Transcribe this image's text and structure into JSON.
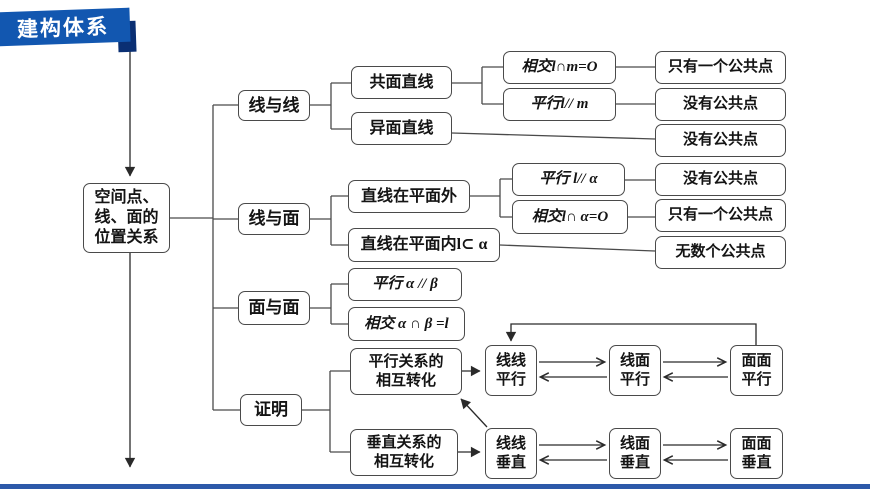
{
  "banner": {
    "label": "建构体系"
  },
  "root": {
    "lines": {
      "l1": "空间点、",
      "l2": "线、面的",
      "l3": "位置关系"
    }
  },
  "branches": {
    "line_line": "线与线",
    "line_plane": "线与面",
    "plane_plane": "面与面",
    "proof": "证明"
  },
  "line_line": {
    "coplanar": "共面直线",
    "skew": "异面直线",
    "intersect": "相交l∩m=O",
    "parallel": "平行l// m",
    "one_common": "只有一个公共点",
    "no_common_parallel": "没有公共点",
    "no_common_skew": "没有公共点"
  },
  "line_plane": {
    "outside": "直线在平面外",
    "inside": "直线在平面内l⊂ α",
    "parallel": "平行 l// α",
    "intersect": "相交l∩ α=O",
    "no_common": "没有公共点",
    "one_common": "只有一个公共点",
    "infinite_common": "无数个公共点"
  },
  "plane_plane": {
    "parallel": "平行 α // β",
    "intersect": "相交 α ∩ β =l"
  },
  "proof": {
    "parallel_transform": {
      "l1": "平行关系的",
      "l2": "相互转化"
    },
    "perpendicular_transform": {
      "l1": "垂直关系的",
      "l2": "相互转化"
    },
    "ll_parallel": {
      "l1": "线线",
      "l2": "平行"
    },
    "lp_parallel": {
      "l1": "线面",
      "l2": "平行"
    },
    "pp_parallel": {
      "l1": "面面",
      "l2": "平行"
    },
    "ll_perp": {
      "l1": "线线",
      "l2": "垂直"
    },
    "lp_perp": {
      "l1": "线面",
      "l2": "垂直"
    },
    "pp_perp": {
      "l1": "面面",
      "l2": "垂直"
    }
  },
  "colors": {
    "banner_blue": "#1257b0",
    "banner_fold": "#0a2f73",
    "bottom_bar": "#2d59a9",
    "line": "#4a4a4a"
  }
}
